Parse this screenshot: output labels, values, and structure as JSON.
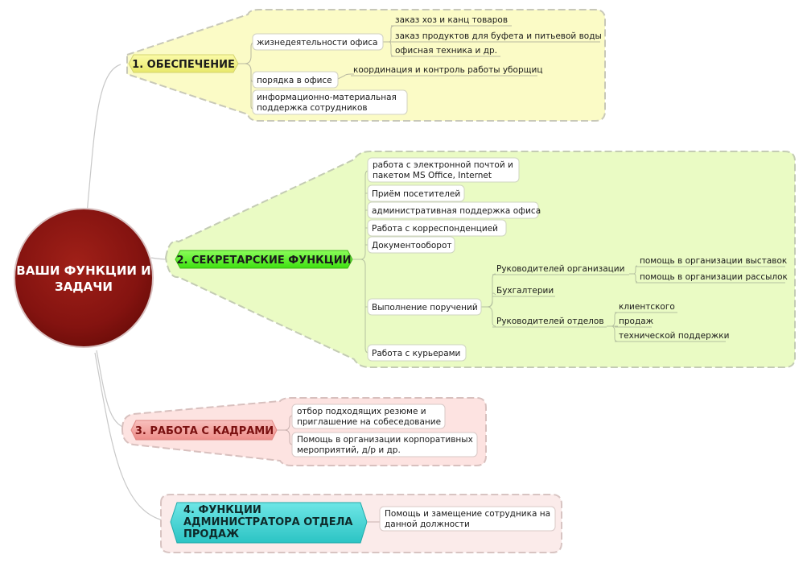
{
  "center": {
    "line1": "ВАШИ ФУНКЦИИ И",
    "line2": "ЗАДАЧИ"
  },
  "colors": {
    "center": "#8a1510",
    "b1_fill": "#fbfbc8",
    "b1_cap": "#f2f28a",
    "b2_fill": "#eafcc4",
    "b2_cap": "#5ef02a",
    "b3_fill": "#fde5e3",
    "b3_cap": "#f4a3a0",
    "b4_fill": "#fbeceb",
    "b4_cap": "#3ecfcf"
  },
  "branch1": {
    "title": "1. ОБЕСПЕЧЕНИЕ",
    "c1": {
      "label": "жизнедеятельности офиса",
      "items": [
        "заказ хоз и канц товаров",
        "заказ продуктов для буфета и питьевой воды",
        "офисная техника и др."
      ]
    },
    "c2": {
      "label": "порядка в офисе",
      "items": [
        "координация и контроль работы уборщиц"
      ]
    },
    "c3": {
      "line1": "информационно-материальная",
      "line2": "поддержка сотрудников"
    }
  },
  "branch2": {
    "title": "2. СЕКРЕТАРСКИЕ ФУНКЦИИ",
    "mail": {
      "line1": "работа с электронной почтой и",
      "line2": "пакетом  MS Office, Internet"
    },
    "visitors": "Приём посетителей",
    "admin": "административная поддержка офиса",
    "corr": "Работа с корреспонденцией",
    "docs": "Документооборот",
    "tasks": {
      "label": "Выполнение поручений",
      "heads": {
        "label": "Руководителей организации",
        "items": [
          "помощь в организации выставок",
          "помощь в организации рассылок"
        ]
      },
      "acc": "Бухгалтерии",
      "depts": {
        "label": "Руководителей отделов",
        "items": [
          "клиентского",
          "продаж",
          "технической поддержки"
        ]
      }
    },
    "couriers": "Работа с курьерами"
  },
  "branch3": {
    "title": "3. РАБОТА С КАДРАМИ",
    "c1": {
      "line1": "отбор подходящих резюме и",
      "line2": "приглашение на собеседование"
    },
    "c2": {
      "line1": "Помощь в организации корпоративных",
      "line2": "мероприятий, д/р и др."
    }
  },
  "branch4": {
    "title1": "4. ФУНКЦИИ",
    "title2": "АДМИНИСТРАТОРА ОТДЕЛА",
    "title3": "ПРОДАЖ",
    "c1": {
      "line1": "Помощь и замещение сотрудника на",
      "line2": "данной должности"
    }
  }
}
